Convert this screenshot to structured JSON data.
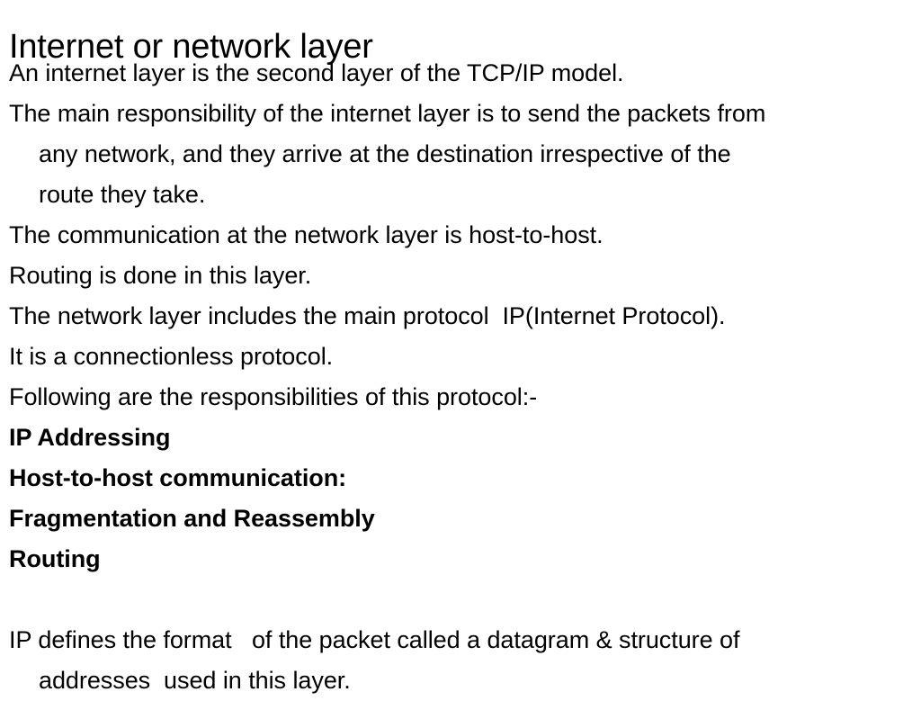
{
  "slide": {
    "title": "Internet or network layer",
    "background_color": "#ffffff",
    "text_color": "#000000",
    "lines": [
      {
        "text": "An internet layer is the second layer of the TCP/IP model.",
        "bold": false,
        "indent": false,
        "blank": false
      },
      {
        "text": "The main responsibility of the internet layer is to send the packets from",
        "bold": false,
        "indent": false,
        "blank": false
      },
      {
        "text": "any network, and they arrive at the destination irrespective of the",
        "bold": false,
        "indent": true,
        "blank": false
      },
      {
        "text": "route they take.",
        "bold": false,
        "indent": true,
        "blank": false
      },
      {
        "text": "The communication at the network layer is host-to-host.",
        "bold": false,
        "indent": false,
        "blank": false
      },
      {
        "text": "Routing is done in this layer.",
        "bold": false,
        "indent": false,
        "blank": false
      },
      {
        "text": "The network layer includes the main protocol  IP(Internet Protocol).",
        "bold": false,
        "indent": false,
        "blank": false
      },
      {
        "text": "It is a connectionless protocol.",
        "bold": false,
        "indent": false,
        "blank": false
      },
      {
        "text": "Following are the responsibilities of this protocol:-",
        "bold": false,
        "indent": false,
        "blank": false
      },
      {
        "text": "IP Addressing",
        "bold": true,
        "indent": false,
        "blank": false
      },
      {
        "text": "Host-to-host communication:",
        "bold": true,
        "indent": false,
        "blank": false
      },
      {
        "text": "Fragmentation and Reassembly",
        "bold": true,
        "indent": false,
        "blank": false
      },
      {
        "text": "Routing",
        "bold": true,
        "indent": false,
        "blank": false
      },
      {
        "text": "",
        "bold": false,
        "indent": false,
        "blank": true
      },
      {
        "text": "IP defines the format   of the packet called a datagram & structure of",
        "bold": false,
        "indent": false,
        "blank": false
      },
      {
        "text": "addresses  used in this layer.",
        "bold": false,
        "indent": true,
        "blank": false
      }
    ]
  }
}
